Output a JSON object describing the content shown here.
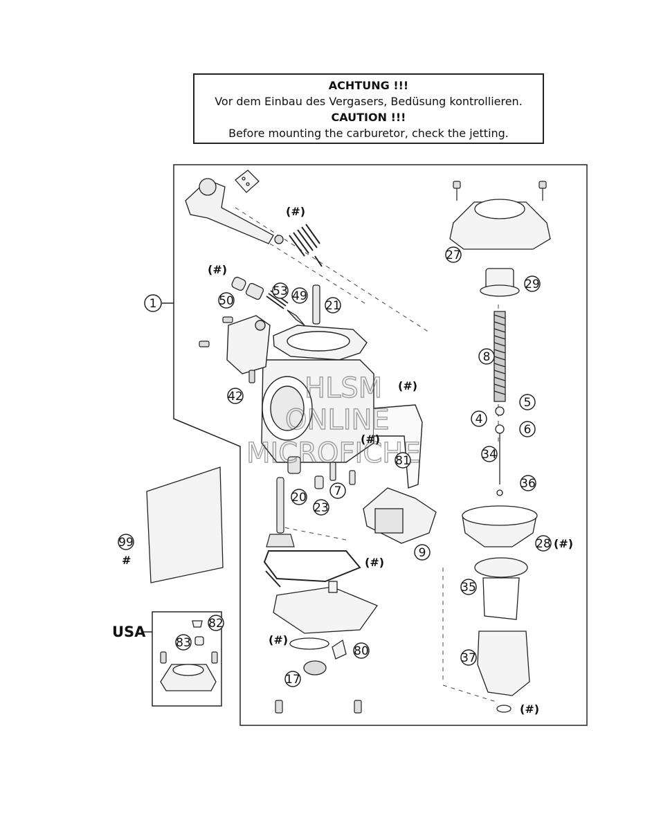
{
  "caution": {
    "line1": "ACHTUNG !!!",
    "line2": "Vor dem Einbau des Vergasers, Bedüsung kontrollieren.",
    "line3": "CAUTION !!!",
    "line4": "Before mounting the carburetor, check the jetting."
  },
  "watermark": {
    "line1": "HLSM",
    "line2": "ONLINE",
    "line3": "MICROFICHE"
  },
  "callouts": {
    "c1": "1",
    "c4": "4",
    "c5": "5",
    "c6": "6",
    "c7": "7",
    "c8": "8",
    "c9": "9",
    "c17": "17",
    "c20": "20",
    "c21": "21",
    "c23": "23",
    "c27": "27",
    "c28": "28",
    "c29": "29",
    "c34": "34",
    "c35": "35",
    "c36": "36",
    "c37": "37",
    "c42": "42",
    "c49": "49",
    "c50": "50",
    "c53": "53",
    "c80": "80",
    "c81": "81",
    "c82": "82",
    "c83": "83",
    "c99": "99"
  },
  "hash_marks": {
    "h1": "(#)",
    "h2": "(#)",
    "h3": "(#)",
    "h4": "(#)",
    "h5": "(#)",
    "h6": "(#)",
    "h7": "(#)",
    "h8": "(#)",
    "h99": "#"
  },
  "manual_text": "",
  "region_label": "USA"
}
